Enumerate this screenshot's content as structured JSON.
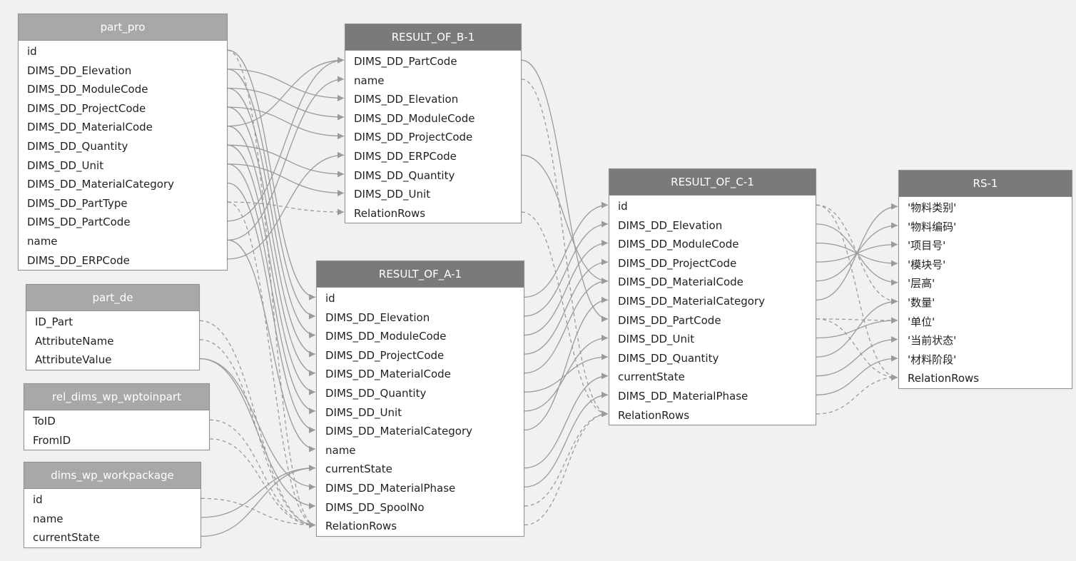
{
  "tables": [
    {
      "id": "part_pro",
      "title": "part_pro",
      "kind": "source",
      "rows": [
        "id",
        "DIMS_DD_Elevation",
        "DIMS_DD_ModuleCode",
        "DIMS_DD_ProjectCode",
        "DIMS_DD_MaterialCode",
        "DIMS_DD_Quantity",
        "DIMS_DD_Unit",
        "DIMS_DD_MaterialCategory",
        "DIMS_DD_PartType",
        "DIMS_DD_PartCode",
        "name",
        "DIMS_DD_ERPCode"
      ]
    },
    {
      "id": "part_de",
      "title": "part_de",
      "kind": "source",
      "rows": [
        "ID_Part",
        "AttributeName",
        "AttributeValue"
      ]
    },
    {
      "id": "rel_dims_wp_wptoinpart",
      "title": "rel_dims_wp_wptoinpart",
      "kind": "source",
      "rows": [
        "ToID",
        "FromID"
      ]
    },
    {
      "id": "dims_wp_workpackage",
      "title": "dims_wp_workpackage",
      "kind": "source",
      "rows": [
        "id",
        "name",
        "currentState"
      ]
    },
    {
      "id": "RESULT_OF_B-1",
      "title": "RESULT_OF_B-1",
      "kind": "result",
      "rows": [
        "DIMS_DD_PartCode",
        "name",
        "DIMS_DD_Elevation",
        "DIMS_DD_ModuleCode",
        "DIMS_DD_ProjectCode",
        "DIMS_DD_ERPCode",
        "DIMS_DD_Quantity",
        "DIMS_DD_Unit",
        "RelationRows"
      ]
    },
    {
      "id": "RESULT_OF_A-1",
      "title": "RESULT_OF_A-1",
      "kind": "result",
      "rows": [
        "id",
        "DIMS_DD_Elevation",
        "DIMS_DD_ModuleCode",
        "DIMS_DD_ProjectCode",
        "DIMS_DD_MaterialCode",
        "DIMS_DD_Quantity",
        "DIMS_DD_Unit",
        "DIMS_DD_MaterialCategory",
        "name",
        "currentState",
        "DIMS_DD_MaterialPhase",
        "DIMS_DD_SpoolNo",
        "RelationRows"
      ]
    },
    {
      "id": "RESULT_OF_C-1",
      "title": "RESULT_OF_C-1",
      "kind": "result",
      "rows": [
        "id",
        "DIMS_DD_Elevation",
        "DIMS_DD_ModuleCode",
        "DIMS_DD_ProjectCode",
        "DIMS_DD_MaterialCode",
        "DIMS_DD_MaterialCategory",
        "DIMS_DD_PartCode",
        "DIMS_DD_Unit",
        "DIMS_DD_Quantity",
        "currentState",
        "DIMS_DD_MaterialPhase",
        "RelationRows"
      ]
    },
    {
      "id": "RS-1",
      "title": "RS-1",
      "kind": "result",
      "rows": [
        "'物料类别'",
        "'物料编码'",
        "'项目号'",
        "'模块号'",
        "'层高'",
        "'数量'",
        "'单位'",
        "'当前状态'",
        "'材料阶段'",
        "RelationRows"
      ]
    }
  ],
  "links": [
    [
      "part_pro",
      1,
      "RESULT_OF_B-1",
      2,
      "solid"
    ],
    [
      "part_pro",
      2,
      "RESULT_OF_B-1",
      3,
      "solid"
    ],
    [
      "part_pro",
      3,
      "RESULT_OF_B-1",
      4,
      "solid"
    ],
    [
      "part_pro",
      4,
      "RESULT_OF_B-1",
      0,
      "solid"
    ],
    [
      "part_pro",
      5,
      "RESULT_OF_B-1",
      6,
      "solid"
    ],
    [
      "part_pro",
      6,
      "RESULT_OF_B-1",
      7,
      "solid"
    ],
    [
      "part_pro",
      9,
      "RESULT_OF_B-1",
      0,
      "solid"
    ],
    [
      "part_pro",
      10,
      "RESULT_OF_B-1",
      1,
      "solid"
    ],
    [
      "part_pro",
      11,
      "RESULT_OF_B-1",
      5,
      "solid"
    ],
    [
      "part_pro",
      8,
      "RESULT_OF_B-1",
      8,
      "dashed"
    ],
    [
      "part_pro",
      0,
      "RESULT_OF_A-1",
      0,
      "solid"
    ],
    [
      "part_pro",
      1,
      "RESULT_OF_A-1",
      1,
      "solid"
    ],
    [
      "part_pro",
      2,
      "RESULT_OF_A-1",
      2,
      "solid"
    ],
    [
      "part_pro",
      3,
      "RESULT_OF_A-1",
      3,
      "solid"
    ],
    [
      "part_pro",
      4,
      "RESULT_OF_A-1",
      4,
      "solid"
    ],
    [
      "part_pro",
      5,
      "RESULT_OF_A-1",
      5,
      "solid"
    ],
    [
      "part_pro",
      6,
      "RESULT_OF_A-1",
      6,
      "solid"
    ],
    [
      "part_pro",
      7,
      "RESULT_OF_A-1",
      7,
      "solid"
    ],
    [
      "part_pro",
      10,
      "RESULT_OF_A-1",
      8,
      "solid"
    ],
    [
      "part_pro",
      0,
      "RESULT_OF_A-1",
      12,
      "dashed"
    ],
    [
      "part_pro",
      8,
      "RESULT_OF_A-1",
      12,
      "dashed"
    ],
    [
      "part_de",
      0,
      "RESULT_OF_A-1",
      12,
      "dashed"
    ],
    [
      "part_de",
      1,
      "RESULT_OF_A-1",
      12,
      "dashed"
    ],
    [
      "part_de",
      2,
      "RESULT_OF_A-1",
      10,
      "solid"
    ],
    [
      "part_de",
      2,
      "RESULT_OF_A-1",
      11,
      "solid"
    ],
    [
      "rel_dims_wp_wptoinpart",
      0,
      "RESULT_OF_A-1",
      12,
      "dashed"
    ],
    [
      "rel_dims_wp_wptoinpart",
      1,
      "RESULT_OF_A-1",
      12,
      "dashed"
    ],
    [
      "dims_wp_workpackage",
      0,
      "RESULT_OF_A-1",
      12,
      "dashed"
    ],
    [
      "dims_wp_workpackage",
      1,
      "RESULT_OF_A-1",
      9,
      "solid"
    ],
    [
      "dims_wp_workpackage",
      2,
      "RESULT_OF_A-1",
      9,
      "solid"
    ],
    [
      "RESULT_OF_B-1",
      0,
      "RESULT_OF_C-1",
      6,
      "solid"
    ],
    [
      "RESULT_OF_B-1",
      1,
      "RESULT_OF_C-1",
      11,
      "dashed"
    ],
    [
      "RESULT_OF_B-1",
      5,
      "RESULT_OF_C-1",
      4,
      "solid"
    ],
    [
      "RESULT_OF_B-1",
      8,
      "RESULT_OF_C-1",
      11,
      "dashed"
    ],
    [
      "RESULT_OF_A-1",
      0,
      "RESULT_OF_C-1",
      0,
      "solid"
    ],
    [
      "RESULT_OF_A-1",
      1,
      "RESULT_OF_C-1",
      1,
      "solid"
    ],
    [
      "RESULT_OF_A-1",
      2,
      "RESULT_OF_C-1",
      2,
      "solid"
    ],
    [
      "RESULT_OF_A-1",
      3,
      "RESULT_OF_C-1",
      3,
      "solid"
    ],
    [
      "RESULT_OF_A-1",
      4,
      "RESULT_OF_C-1",
      4,
      "solid"
    ],
    [
      "RESULT_OF_A-1",
      5,
      "RESULT_OF_C-1",
      8,
      "solid"
    ],
    [
      "RESULT_OF_A-1",
      6,
      "RESULT_OF_C-1",
      7,
      "solid"
    ],
    [
      "RESULT_OF_A-1",
      7,
      "RESULT_OF_C-1",
      5,
      "solid"
    ],
    [
      "RESULT_OF_A-1",
      9,
      "RESULT_OF_C-1",
      9,
      "solid"
    ],
    [
      "RESULT_OF_A-1",
      10,
      "RESULT_OF_C-1",
      10,
      "solid"
    ],
    [
      "RESULT_OF_A-1",
      11,
      "RESULT_OF_C-1",
      11,
      "dashed"
    ],
    [
      "RESULT_OF_A-1",
      12,
      "RESULT_OF_C-1",
      11,
      "dashed"
    ],
    [
      "RESULT_OF_C-1",
      5,
      "RS-1",
      0,
      "solid"
    ],
    [
      "RESULT_OF_C-1",
      4,
      "RS-1",
      1,
      "solid"
    ],
    [
      "RESULT_OF_C-1",
      3,
      "RS-1",
      2,
      "solid"
    ],
    [
      "RESULT_OF_C-1",
      2,
      "RS-1",
      3,
      "solid"
    ],
    [
      "RESULT_OF_C-1",
      1,
      "RS-1",
      4,
      "solid"
    ],
    [
      "RESULT_OF_C-1",
      8,
      "RS-1",
      5,
      "solid"
    ],
    [
      "RESULT_OF_C-1",
      7,
      "RS-1",
      6,
      "solid"
    ],
    [
      "RESULT_OF_C-1",
      9,
      "RS-1",
      7,
      "solid"
    ],
    [
      "RESULT_OF_C-1",
      10,
      "RS-1",
      8,
      "solid"
    ],
    [
      "RESULT_OF_C-1",
      0,
      "RS-1",
      9,
      "dashed"
    ],
    [
      "RESULT_OF_C-1",
      6,
      "RS-1",
      9,
      "dashed"
    ],
    [
      "RESULT_OF_C-1",
      11,
      "RS-1",
      9,
      "dashed"
    ],
    [
      "RESULT_OF_C-1",
      0,
      "RS-1",
      5,
      "dashed"
    ],
    [
      "RESULT_OF_C-1",
      6,
      "RS-1",
      6,
      "dashed"
    ]
  ],
  "colors": {
    "line": "#9a9a9a",
    "source_header": "#a8a8a8",
    "result_header": "#7a7a7a",
    "background": "#f1f1f1"
  }
}
